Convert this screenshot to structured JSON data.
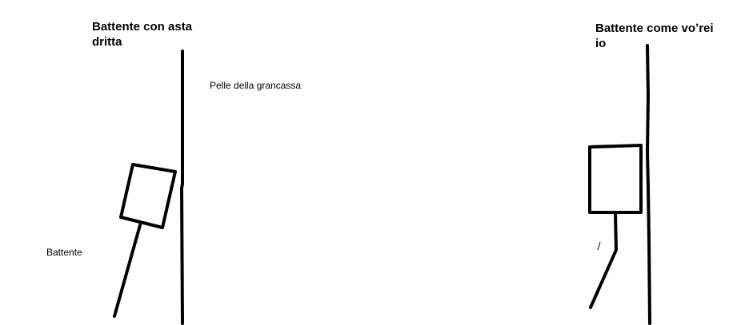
{
  "diagram": {
    "left": {
      "title_line1": "Battente con asta",
      "title_line2": "dritta",
      "skin_label": "Pelle della grancassa",
      "beater_label": "Battente"
    },
    "right": {
      "title_line1": "Battente come voʼrei",
      "title_line2": "io"
    },
    "colors": {
      "stroke": "#000000",
      "background": "#ffffff"
    }
  }
}
